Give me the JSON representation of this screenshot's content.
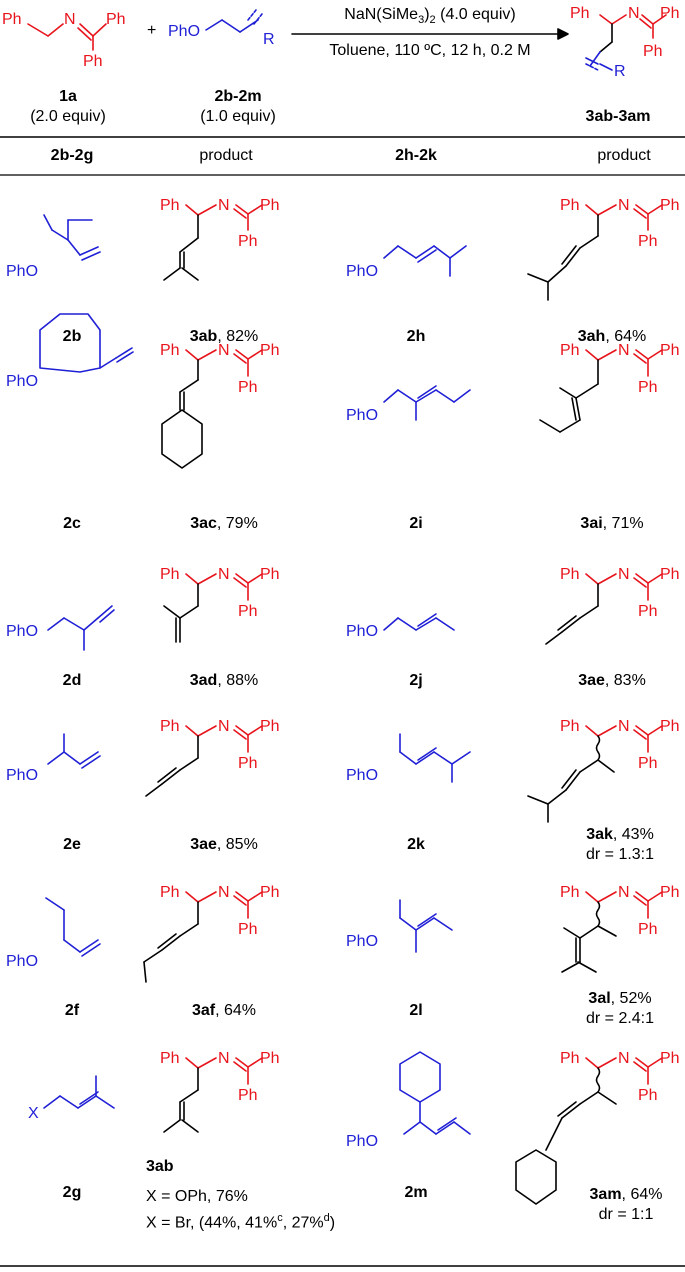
{
  "scheme": {
    "reactant1": {
      "id": "1a",
      "equiv": "(2.0 equiv)"
    },
    "reactant2": {
      "id": "2b-2m",
      "equiv": "(1.0 equiv)"
    },
    "plus": "+",
    "condition_line1_pre": "NaN(SiMe",
    "condition_line1_sub": "3",
    "condition_line1_mid": ")",
    "condition_line1_sub2": "2",
    "condition_line1_post": " (4.0 equiv)",
    "condition_line2": "Toluene, 110 ºC, 12 h, 0.2 M",
    "product_id": "3ab-3am",
    "r_group": "R"
  },
  "table": {
    "headers": [
      "2b-2g",
      "product",
      "2h-2k",
      "product"
    ],
    "rows": [
      {
        "left_sub": "2b",
        "left_prod": "3ab",
        "left_yield": ", 82%",
        "right_sub": "2h",
        "right_prod": "3ah",
        "right_yield": ", 64%",
        "right_dr": ""
      },
      {
        "left_sub": "2c",
        "left_prod": "3ac",
        "left_yield": ", 79%",
        "right_sub": "2i",
        "right_prod": "3ai",
        "right_yield": ", 71%",
        "right_dr": ""
      },
      {
        "left_sub": "2d",
        "left_prod": "3ad",
        "left_yield": ", 88%",
        "right_sub": "2j",
        "right_prod": "3ae",
        "right_yield": ", 83%",
        "right_dr": ""
      },
      {
        "left_sub": "2e",
        "left_prod": "3ae",
        "left_yield": ", 85%",
        "right_sub": "2k",
        "right_prod": "3ak",
        "right_yield": ", 43%",
        "right_dr": "dr = 1.3:1"
      },
      {
        "left_sub": "2f",
        "left_prod": "3af",
        "left_yield": ", 64%",
        "right_sub": "2l",
        "right_prod": "3al",
        "right_yield": ", 52%",
        "right_dr": "dr = 2.4:1"
      },
      {
        "left_sub": "2g",
        "left_prod": "3ab",
        "left_yield": "",
        "right_sub": "2m",
        "right_prod": "3am",
        "right_yield": ", 64%",
        "right_dr": "dr = 1:1"
      }
    ],
    "last_row_notes": {
      "x_ophen": "X = OPh, 76%",
      "x_br_pre": "X = Br, (44%, 41%",
      "x_br_c": "c",
      "x_br_mid": ", 27%",
      "x_br_d": "d",
      "x_br_post": ")"
    }
  },
  "structure_labels": {
    "ph": "Ph",
    "n": "N",
    "pho": "PhO",
    "x": "X"
  },
  "colors": {
    "imine": "#e8141c",
    "alkene": "#1f1fd6",
    "text": "#000000"
  }
}
